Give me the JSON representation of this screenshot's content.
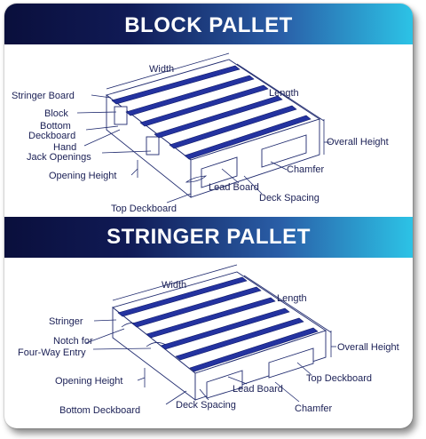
{
  "titles": {
    "block": "BLOCK PALLET",
    "stringer": "STRINGER PALLET"
  },
  "block_labels": {
    "width": "Width",
    "length": "Length",
    "stringer_board": "Stringer Board",
    "block": "Block",
    "bottom_deckboard": [
      "Bottom",
      "Deckboard"
    ],
    "hand_jack": [
      "Hand",
      "Jack Openings"
    ],
    "opening_height": "Opening Height",
    "overall_height": "Overall Height",
    "chamfer": "Chamfer",
    "lead_board": "Lead Board",
    "deck_spacing": "Deck Spacing",
    "top_deckboard": "Top Deckboard"
  },
  "stringer_labels": {
    "width": "Width",
    "length": "Length",
    "stringer": "Stringer",
    "notch": [
      "Notch for",
      "Four-Way Entry"
    ],
    "overall_height": "Overall Height",
    "opening_height": "Opening Height",
    "top_deckboard": "Top Deckboard",
    "lead_board": "Lead Board",
    "bottom_deckboard": "Bottom Deckboard",
    "deck_spacing": "Deck Spacing",
    "chamfer": "Chamfer"
  },
  "colors": {
    "board": "#2433a0",
    "line": "#1f2a6e",
    "banner_dark": "#0a0f3c",
    "banner_light": "#2cc3e6"
  }
}
